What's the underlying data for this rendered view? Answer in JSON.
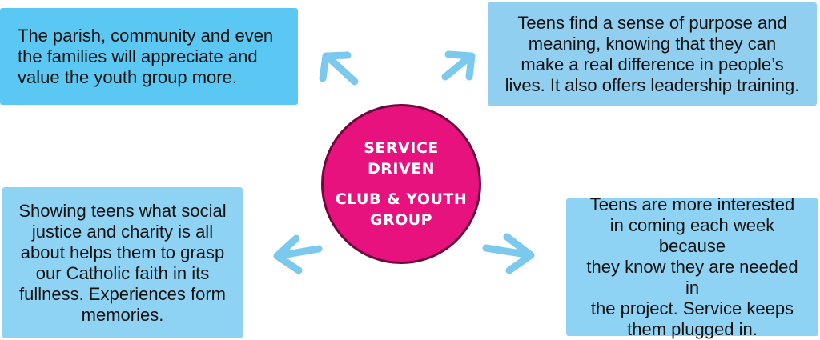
{
  "center": {
    "line1": "SERVICE\nDRIVEN",
    "line2": "CLUB & YOUTH\nGROUP",
    "fill_color": "#e8127f",
    "text_color": "#ffffff"
  },
  "boxes": {
    "top_left": "The parish, community and even\nthe families will appreciate and\nvalue the youth group more.",
    "top_right": "Teens find a sense of purpose and\nmeaning, knowing that they can\nmake a real difference in people’s\nlives. It also offers leadership training.",
    "bottom_left": "Showing teens what social\njustice and charity is all\nabout helps them to grasp\nour Catholic faith in its\nfullness. Experiences form\nmemories.",
    "bottom_right": "Teens are  more  interested\nin coming each week because\nthey know they are needed in\nthe project. Service keeps\nthem plugged in."
  },
  "colors": {
    "box_blue": "#8fd3f4",
    "arrow_blue": "#7cc9ee"
  }
}
